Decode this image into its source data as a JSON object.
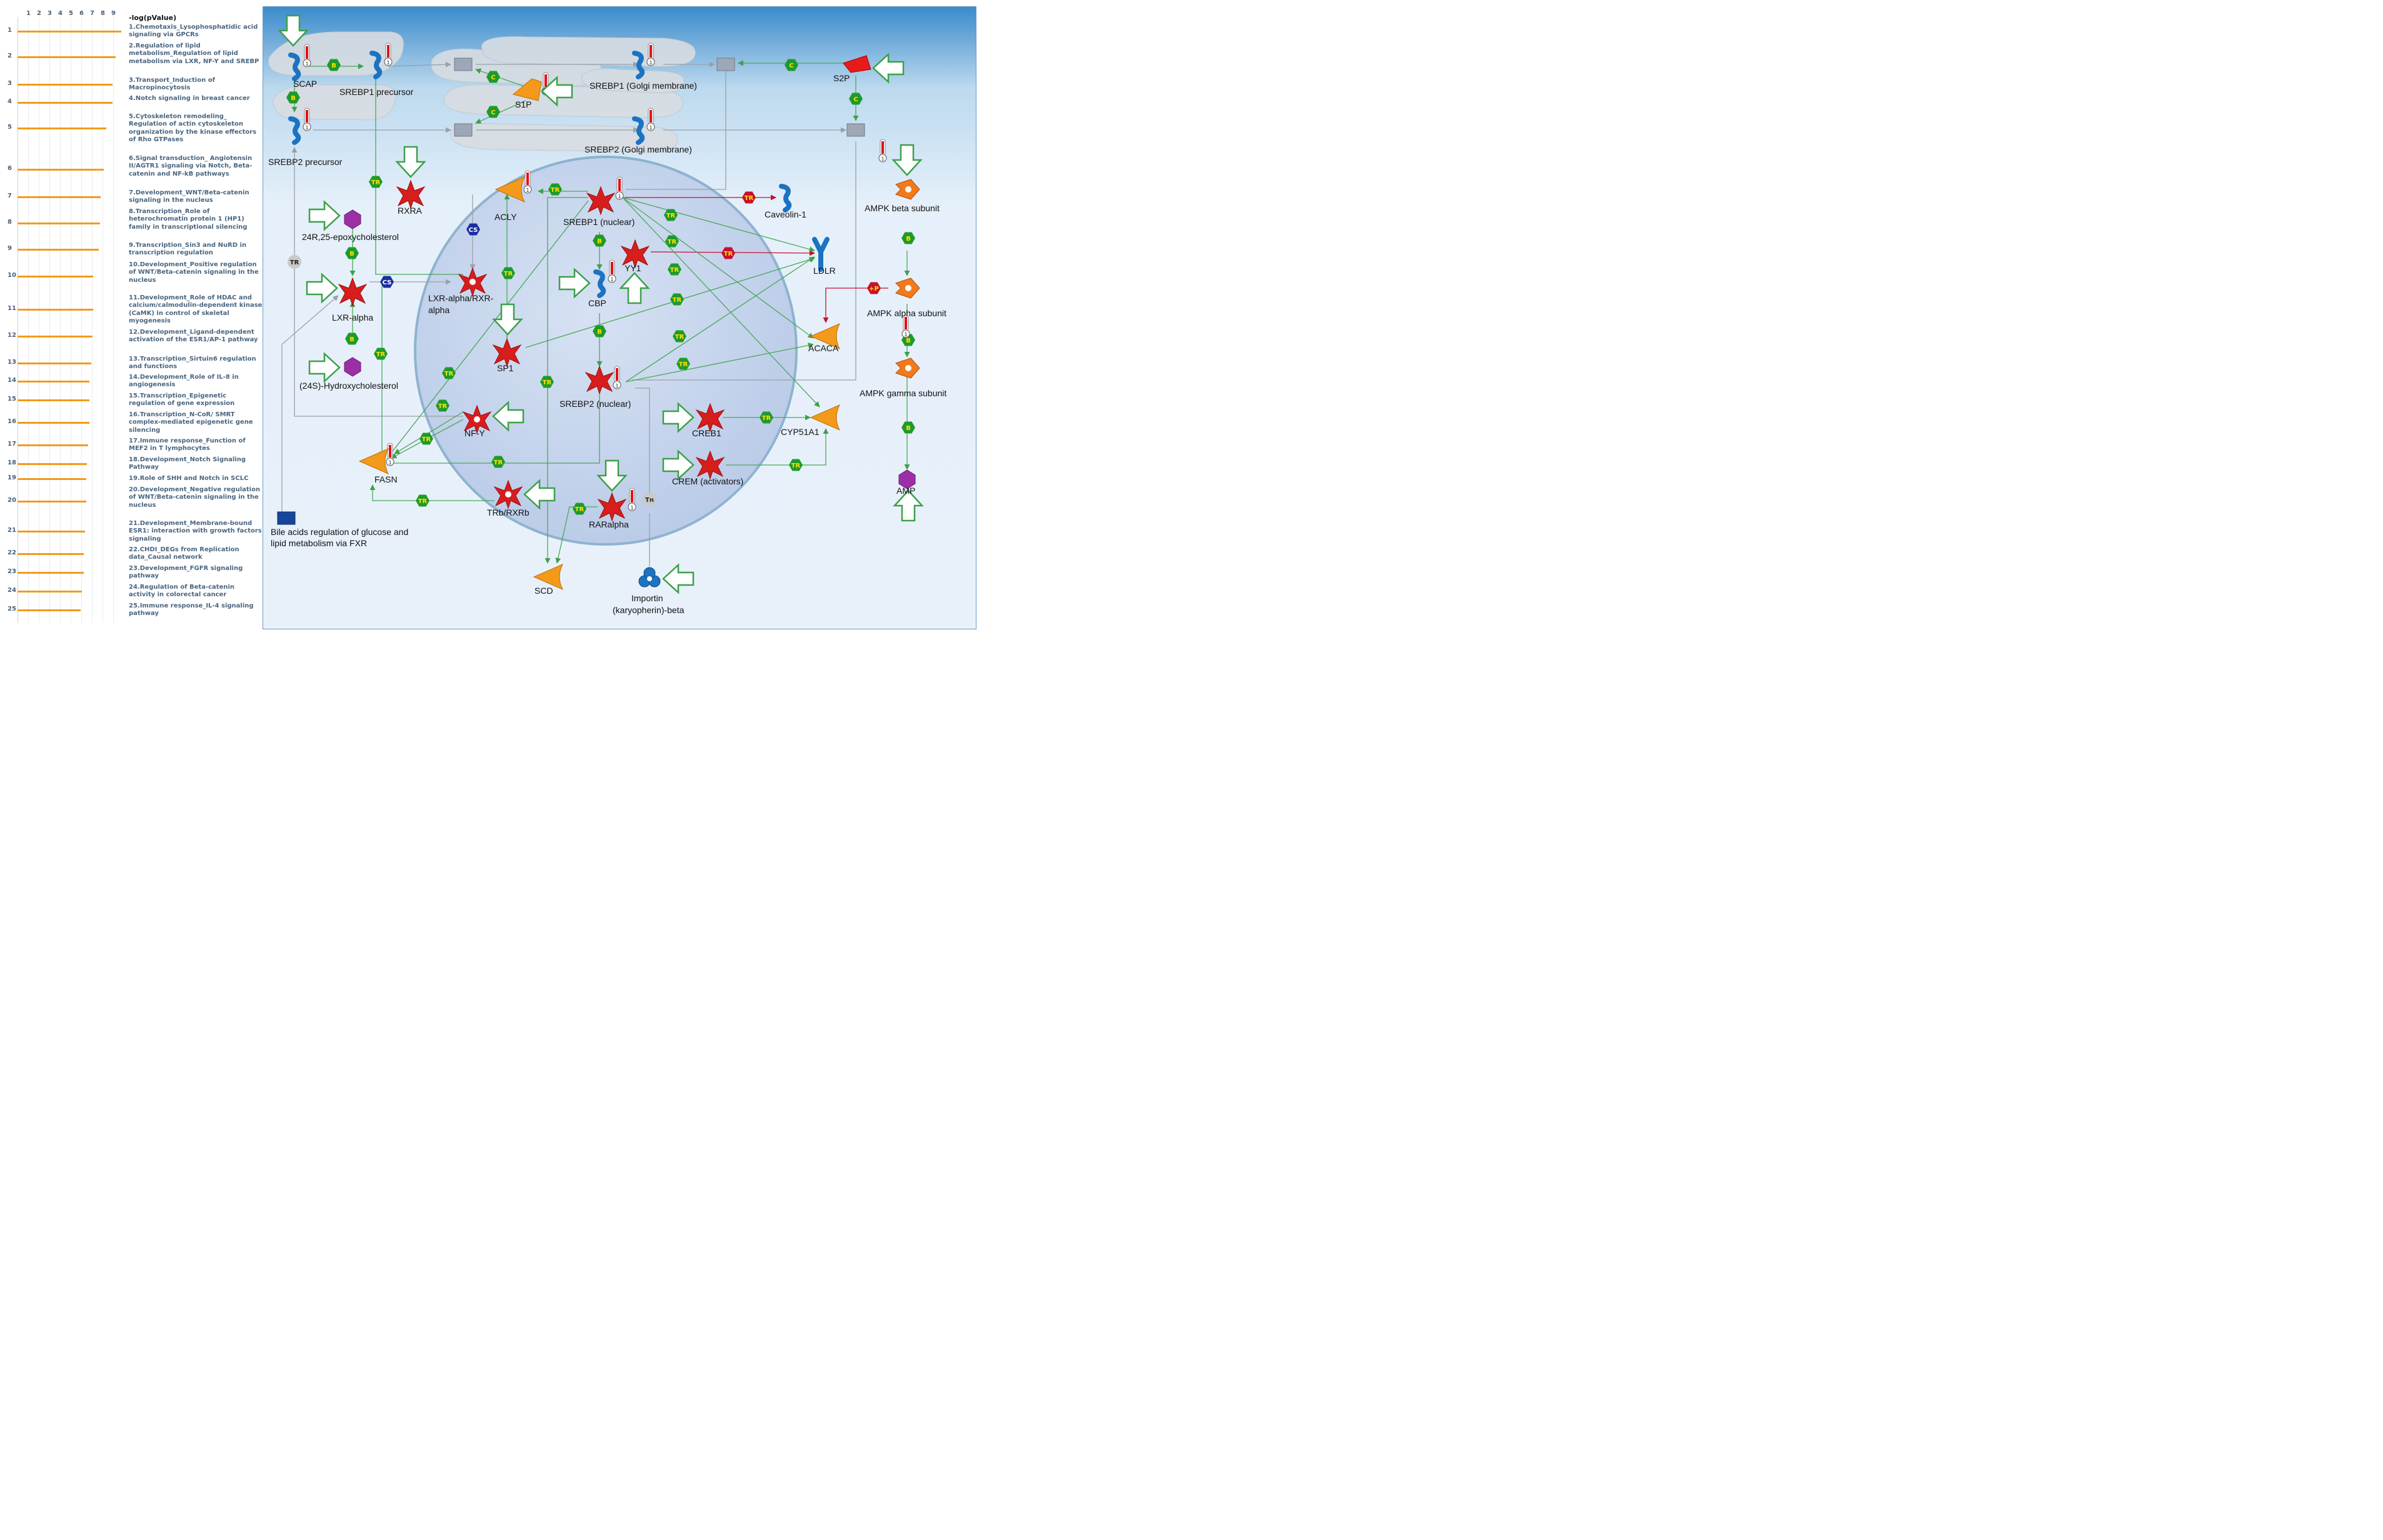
{
  "header_label": "-log(pValue)",
  "axis_ticks": [
    "1",
    "2",
    "3",
    "4",
    "5",
    "6",
    "7",
    "8",
    "9"
  ],
  "pathways": [
    {
      "rank": "1",
      "text": "1.Chemotaxis_Lysophosphatidic acid signaling via GPCRs",
      "value": 9.8
    },
    {
      "rank": "2",
      "text": "2.Regulation of lipid metabolism_Regulation of lipid metabolism via LXR, NF-Y and SREBP",
      "value": 9.3
    },
    {
      "rank": "3",
      "text": "3.Transport_Induction of Macropinocytosis",
      "value": 9.0
    },
    {
      "rank": "4",
      "text": "4.Notch signaling in breast cancer",
      "value": 9.0
    },
    {
      "rank": "5",
      "text": "5.Cytoskeleton remodeling_ Regulation of actin cytoskeleton organization by the kinase effectors of Rho GTPases",
      "value": 8.4
    },
    {
      "rank": "6",
      "text": "6.Signal transduction_ Angiotensin II/AGTR1 signaling via Notch, Beta-catenin and NF-kB pathways",
      "value": 8.2
    },
    {
      "rank": "7",
      "text": "7.Development_WNT/Beta-catenin signaling in the nucleus",
      "value": 7.9
    },
    {
      "rank": "8",
      "text": "8.Transcription_Role of heterochromatin protein 1 (HP1) family in transcriptional silencing",
      "value": 7.8
    },
    {
      "rank": "9",
      "text": "9.Transcription_Sin3 and NuRD in transcription regulation",
      "value": 7.7
    },
    {
      "rank": "10",
      "text": "10.Development_Positive regulation of WNT/Beta-catenin signaling in the nucleus",
      "value": 7.2
    },
    {
      "rank": "11",
      "text": "11.Development_Role of HDAC and calcium/calmodulin-dependent kinase (CaMK) in control of skeletal myogenesis",
      "value": 7.2
    },
    {
      "rank": "12",
      "text": "12.Development_Ligand-dependent activation of the ESR1/AP-1 pathway",
      "value": 7.1
    },
    {
      "rank": "13",
      "text": "13.Transcription_Sirtuin6 regulation and functions",
      "value": 7.0
    },
    {
      "rank": "14",
      "text": "14.Development_Role of IL-8 in angiogenesis",
      "value": 6.8
    },
    {
      "rank": "15",
      "text": "15.Transcription_Epigenetic regulation of gene expression",
      "value": 6.8
    },
    {
      "rank": "16",
      "text": "16.Transcription_N-CoR/ SMRT complex-mediated epigenetic gene silencing",
      "value": 6.8
    },
    {
      "rank": "17",
      "text": "17.Immune response_Function of MEF2 in T lymphocytes",
      "value": 6.7
    },
    {
      "rank": "18",
      "text": "18.Development_Notch Signaling Pathway",
      "value": 6.6
    },
    {
      "rank": "19",
      "text": "19.Role of SHH and Notch in SCLC",
      "value": 6.5
    },
    {
      "rank": "20",
      "text": "20.Development_Negative regulation of WNT/Beta-catenin signaling in the nucleus",
      "value": 6.5
    },
    {
      "rank": "21",
      "text": "21.Development_Membrane-bound ESR1: interaction with growth factors signaling",
      "value": 6.4
    },
    {
      "rank": "22",
      "text": "22.CHDI_DEGs from Replication data_Causal network",
      "value": 6.3
    },
    {
      "rank": "23",
      "text": "23.Development_FGFR signaling pathway",
      "value": 6.3
    },
    {
      "rank": "24",
      "text": "24.Regulation of Beta-catenin activity in colorectal cancer",
      "value": 6.1
    },
    {
      "rank": "25",
      "text": "25.Immune response_IL-4 signaling pathway",
      "value": 6.0
    }
  ],
  "map": {
    "labels": {
      "scap": "SCAP",
      "srebp1_precursor": "SREBP1 precursor",
      "srebp2_precursor": "SREBP2 precursor",
      "s1p": "S1P",
      "s2p": "S2P",
      "srebp1_golgi": "SREBP1 (Golgi membrane)",
      "srebp2_golgi": "SREBP2 (Golgi membrane)",
      "rxra": "RXRA",
      "acly": "ACLY",
      "srebp1_nuclear": "SREBP1 (nuclear)",
      "caveolin": "Caveolin-1",
      "ldlr": "LDLR",
      "yy1": "YY1",
      "cbp": "CBP",
      "epoxychol": "24R,25-epoxycholesterol",
      "lxr_alpha": "LXR-alpha",
      "lxr_rxr_1": "LXR-alpha/RXR-",
      "lxr_rxr_2": "alpha",
      "hydroxychol": "(24S)-Hydroxycholesterol",
      "sp1": "SP1",
      "srebp2_nuclear": "SREBP2 (nuclear)",
      "acaca": "ACACA",
      "nfy": "NF-Y",
      "creb1": "CREB1",
      "cyp51a1": "CYP51A1",
      "fasn": "FASN",
      "crem": "CREM (activators)",
      "trb_rxrb": "TRb/RXRb",
      "raralpha": "RARalpha",
      "scd": "SCD",
      "importin_1": "Importin",
      "importin_2": "(karyopherin)-beta",
      "bile_1": "Bile acids regulation of glucose and",
      "bile_2": "lipid metabolism via FXR",
      "ampk_beta": "AMPK beta subunit",
      "ampk_alpha": "AMPK alpha subunit",
      "ampk_gamma": "AMPK gamma subunit",
      "amp": "AMP"
    },
    "badges": {
      "B": "B",
      "C": "C",
      "TR": "TR",
      "CS": "CS",
      "P": "+P",
      "TN": "Tn",
      "ONE": "1"
    },
    "colors": {
      "bar": "#f29a1a",
      "badge_green": "#1f9a2a",
      "badge_red": "#c8102e",
      "badge_blue": "#1a2fa0",
      "protein_red": "#d81d1d",
      "enzyme_orange": "#f39a1a",
      "receptor_blue": "#1b73c2"
    }
  }
}
